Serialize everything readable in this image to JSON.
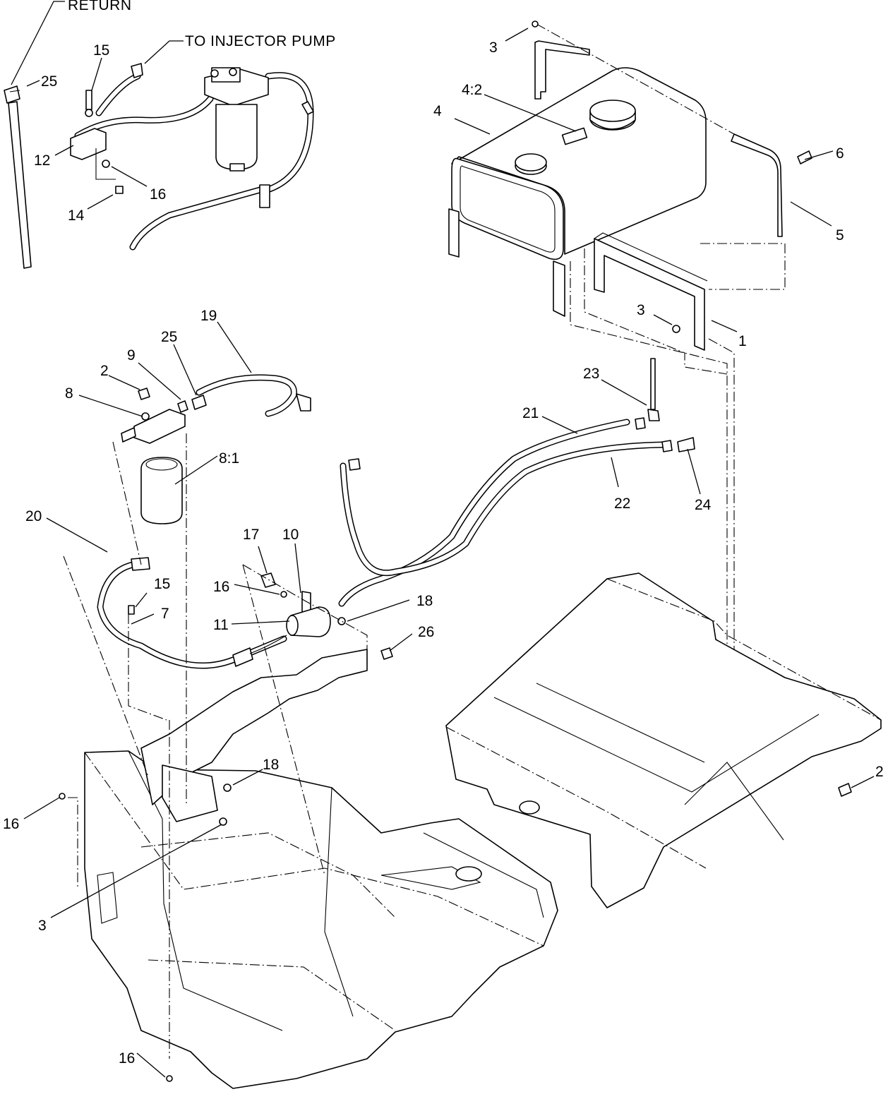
{
  "notes": {
    "return": "RETURN",
    "to_injector_pump": "TO INJECTOR PUMP"
  },
  "callouts": [
    {
      "id": "c-25a",
      "text": "25"
    },
    {
      "id": "c-15a",
      "text": "15"
    },
    {
      "id": "c-12",
      "text": "12"
    },
    {
      "id": "c-16a",
      "text": "16"
    },
    {
      "id": "c-14",
      "text": "14"
    },
    {
      "id": "c-3a",
      "text": "3"
    },
    {
      "id": "c-42",
      "text": "4:2"
    },
    {
      "id": "c-4",
      "text": "4"
    },
    {
      "id": "c-6",
      "text": "6"
    },
    {
      "id": "c-5",
      "text": "5"
    },
    {
      "id": "c-3b",
      "text": "3"
    },
    {
      "id": "c-1",
      "text": "1"
    },
    {
      "id": "c-19",
      "text": "19"
    },
    {
      "id": "c-25b",
      "text": "25"
    },
    {
      "id": "c-2a",
      "text": "2"
    },
    {
      "id": "c-9",
      "text": "9"
    },
    {
      "id": "c-8",
      "text": "8"
    },
    {
      "id": "c-81",
      "text": "8:1"
    },
    {
      "id": "c-23",
      "text": "23"
    },
    {
      "id": "c-21",
      "text": "21"
    },
    {
      "id": "c-22",
      "text": "22"
    },
    {
      "id": "c-24",
      "text": "24"
    },
    {
      "id": "c-20",
      "text": "20"
    },
    {
      "id": "c-17",
      "text": "17"
    },
    {
      "id": "c-10",
      "text": "10"
    },
    {
      "id": "c-15b",
      "text": "15"
    },
    {
      "id": "c-16b",
      "text": "16"
    },
    {
      "id": "c-18a",
      "text": "18"
    },
    {
      "id": "c-7",
      "text": "7"
    },
    {
      "id": "c-11",
      "text": "11"
    },
    {
      "id": "c-26",
      "text": "26"
    },
    {
      "id": "c-18b",
      "text": "18"
    },
    {
      "id": "c-2b",
      "text": "2"
    },
    {
      "id": "c-16c",
      "text": "16"
    },
    {
      "id": "c-3c",
      "text": "3"
    },
    {
      "id": "c-16d",
      "text": "16"
    }
  ]
}
